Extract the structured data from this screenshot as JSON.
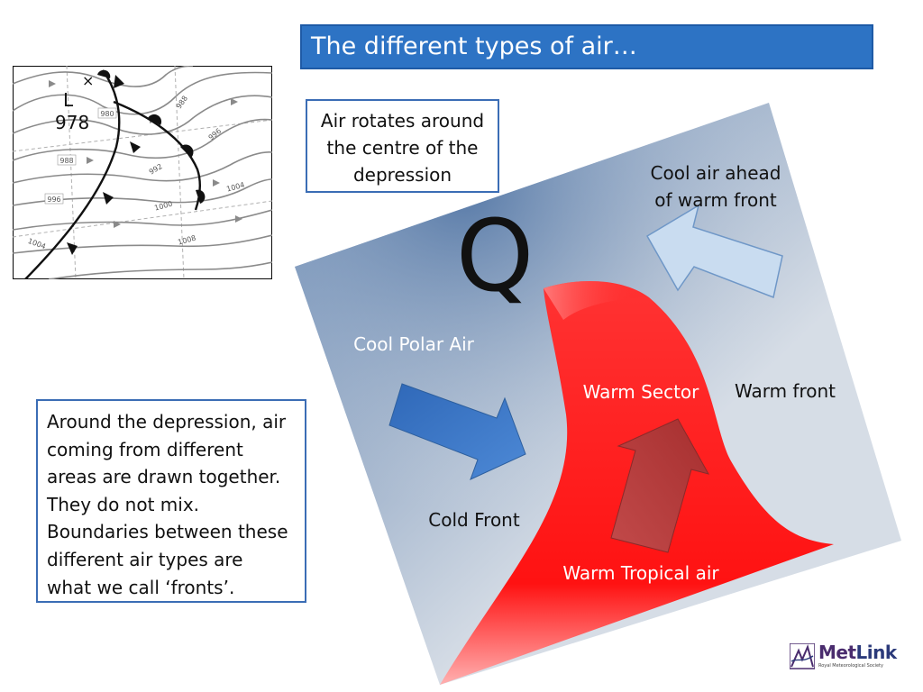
{
  "title": "The different types of air…",
  "info_box": {
    "lines": [
      "Air rotates around",
      "the centre of the",
      "depression"
    ]
  },
  "explanation_box": {
    "lines": [
      "Around the depression, air",
      "coming from different",
      "areas are drawn together.",
      "They do not mix.",
      "Boundaries between these",
      "different air types are",
      "what we call ‘fronts’."
    ]
  },
  "diagram": {
    "symbol": "Q",
    "labels": {
      "cool_polar_air": "Cool Polar Air",
      "warm_sector": "Warm Sector",
      "warm_front": "Warm front",
      "cold_front": "Cold Front",
      "warm_tropical_air": "Warm Tropical air",
      "cool_air_ahead_1": "Cool air ahead",
      "cool_air_ahead_2": "of warm front"
    },
    "colors": {
      "polar_air": "#6f8fb8",
      "background_air": "#d6dde6",
      "warm_sector": "#ff1a1a",
      "cold_arrow": "#3a76c6",
      "warm_arrow": "#b43c3c",
      "cool_arrow": "#c9dcf0"
    }
  },
  "synoptic_map": {
    "low_letter": "L",
    "low_pressure": "978",
    "isobars": [
      "980",
      "988",
      "988",
      "992",
      "996",
      "996",
      "1000",
      "1004",
      "1004",
      "1008"
    ]
  },
  "logo": {
    "word_met": "Met",
    "word_link": "Link",
    "subtitle": "Royal Meteorological Society"
  }
}
